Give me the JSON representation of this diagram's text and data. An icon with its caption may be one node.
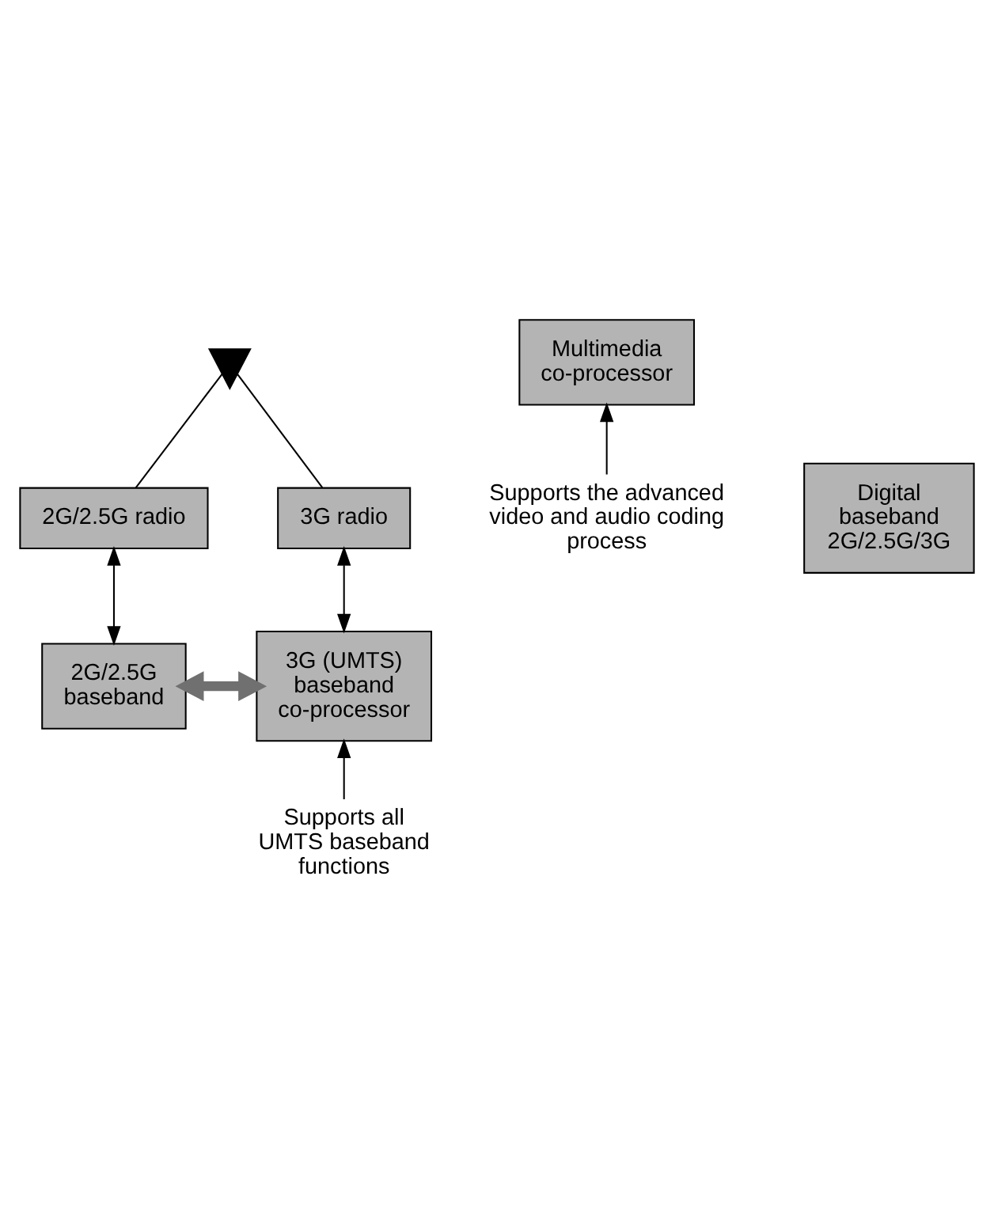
{
  "diagram": {
    "nodes": [
      {
        "text": [],
        "shape": "picture"
      },
      {
        "text": [
          "2G/2.5G radio"
        ]
      },
      {
        "text": [
          "3G radio"
        ]
      },
      {
        "text": [
          "2G/2.5G baseband"
        ]
      },
      {
        "text": [
          "3G (UMTS) baseband co-processor"
        ]
      },
      {
        "text": [
          "Supports all UMTS baseband functions"
        ]
      },
      {
        "text": [
          "Multimedia co-processor"
        ]
      },
      {
        "text": [
          "Digital baseband 2G/2.5G/3G"
        ]
      },
      {
        "text": [
          "Supports the advanced video and audio coding process"
        ]
      }
    ],
    "edges": [
      {
        "from": 0,
        "to": 1,
        "arrow": "none"
      },
      {
        "from": 0,
        "to": 2,
        "arrow": "none"
      },
      {
        "from": 1,
        "to": 3,
        "arrow": "both"
      },
      {
        "from": 2,
        "to": 4,
        "arrow": "both"
      },
      {
        "from": 3,
        "to": 4,
        "arrow": "both",
        "style": "thick",
        "color": "#707070"
      },
      {
        "from": 5,
        "to": 4,
        "arrow": "to"
      },
      {
        "from": 8,
        "to": 6,
        "arrow": "to"
      }
    ]
  }
}
